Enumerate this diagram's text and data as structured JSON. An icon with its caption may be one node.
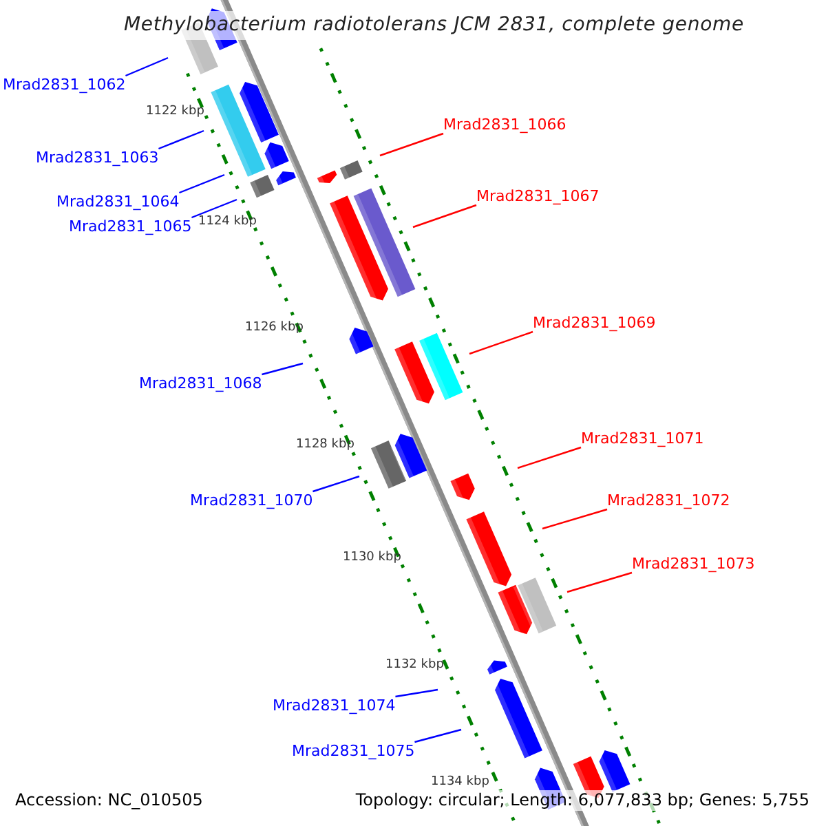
{
  "diagram": {
    "title": "Methylobacterium radiotolerans JCM 2831, complete genome",
    "nodes": [
      {
        "text": [
          "Mrad2831_1062"
        ]
      },
      {
        "text": [
          "Mrad2831_1063"
        ]
      },
      {
        "text": [
          "Mrad2831_1064"
        ]
      },
      {
        "text": [
          "Mrad2831_1065"
        ]
      },
      {
        "text": [
          "Mrad2831_1066"
        ]
      },
      {
        "text": [
          "Mrad2831_1067"
        ]
      },
      {
        "text": [
          "Mrad2831_1068"
        ]
      },
      {
        "text": [
          "Mrad2831_1069"
        ]
      },
      {
        "text": [
          "Mrad2831_1070"
        ]
      },
      {
        "text": [
          "Mrad2831_1071"
        ]
      },
      {
        "text": [
          "Mrad2831_1072"
        ]
      },
      {
        "text": [
          "Mrad2831_1073"
        ]
      },
      {
        "text": [
          "Mrad2831_1074"
        ]
      },
      {
        "text": [
          "Mrad2831_1075"
        ]
      }
    ],
    "edges": [
      {
        "from": 0,
        "to": null,
        "arrow": "none"
      },
      {
        "from": 1,
        "to": null,
        "arrow": "none"
      },
      {
        "from": 2,
        "to": null,
        "arrow": "none"
      },
      {
        "from": 3,
        "to": null,
        "arrow": "none"
      },
      {
        "from": 4,
        "to": null,
        "arrow": "none",
        "color": "#ff0000"
      },
      {
        "from": 5,
        "to": null,
        "arrow": "none",
        "color": "#ff0000"
      },
      {
        "from": 6,
        "to": null,
        "arrow": "none"
      },
      {
        "from": 7,
        "to": null,
        "arrow": "none",
        "color": "#ff0000"
      },
      {
        "from": 8,
        "to": null,
        "arrow": "none"
      },
      {
        "from": 9,
        "to": null,
        "arrow": "none",
        "color": "#ff0000"
      },
      {
        "from": 10,
        "to": null,
        "arrow": "none",
        "color": "#ff0000"
      },
      {
        "from": 11,
        "to": null,
        "arrow": "none",
        "color": "#ff0000"
      },
      {
        "from": 12,
        "to": null,
        "arrow": "none"
      },
      {
        "from": 13,
        "to": null,
        "arrow": "none"
      }
    ],
    "labels": [
      "1122 kbp",
      "1124 kbp",
      "1126 kbp",
      "1128 kbp",
      "1130 kbp",
      "1132 kbp",
      "1134 kbp",
      "Accession: NC_010505",
      "Topology: circular; Length: 6,077,833 bp; Genes: 5,755"
    ]
  }
}
